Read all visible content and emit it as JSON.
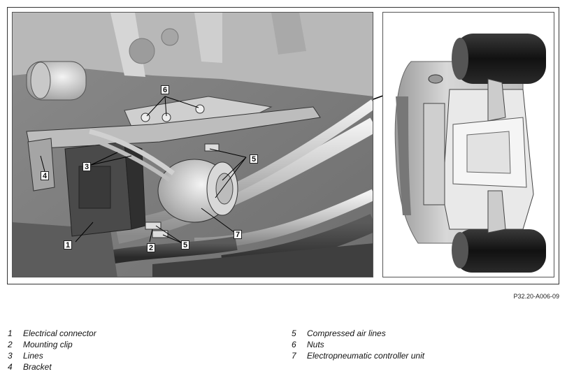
{
  "figure_ref": "P32.20-A006-09",
  "callouts": [
    "1",
    "2",
    "3",
    "4",
    "5",
    "5",
    "6",
    "7"
  ],
  "legend_left": [
    {
      "num": "1",
      "label": "Electrical connector"
    },
    {
      "num": "2",
      "label": "Mounting clip"
    },
    {
      "num": "3",
      "label": "Lines"
    },
    {
      "num": "4",
      "label": "Bracket"
    }
  ],
  "legend_right": [
    {
      "num": "5",
      "label": "Compressed air lines"
    },
    {
      "num": "6",
      "label": "Nuts"
    },
    {
      "num": "7",
      "label": "Electropneumatic controller unit"
    }
  ]
}
